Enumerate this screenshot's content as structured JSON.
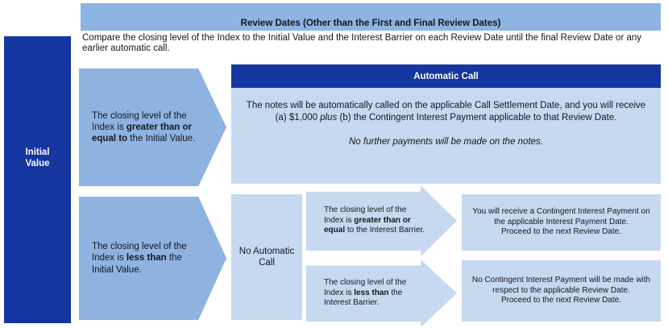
{
  "colors": {
    "dark_blue": "#1535a0",
    "medium_blue": "#8eb3e1",
    "light_blue": "#c6d9f1",
    "header_blue": "#8db4e2",
    "text": "#17171c",
    "white_text": "#ffffff"
  },
  "header": {
    "title": "Review Dates (Other than the First and Final Review Dates)"
  },
  "intro": {
    "text": "Compare the closing level of the Index to the Initial Value and the Interest Barrier on each Review Date until the final Review Date or any earlier automatic call."
  },
  "left_rail": {
    "label": "Initial Value"
  },
  "upper_branch": {
    "condition": {
      "pre": "The closing level of the Index is ",
      "bold": "greater than or equal to",
      "post": " the Initial Value."
    },
    "auto_call": {
      "title": "Automatic Call",
      "body_pre": "The notes will be automatically called on the applicable Call Settlement Date, and you will receive (a) $1,000 ",
      "body_italic": "plus",
      "body_post": " (b) the Contingent Interest Payment applicable to that Review Date.",
      "note": "No further payments will be made on the notes."
    }
  },
  "lower_branch": {
    "condition": {
      "pre": "The closing level of the Index is ",
      "bold": "less than",
      "post": " the Initial Value."
    },
    "no_auto_call": {
      "label": "No Automatic Call"
    },
    "sub_upper": {
      "condition": {
        "pre": "The closing level of the Index is ",
        "bold": "greater than or equal",
        "post": " to the Interest Barrier."
      },
      "outcome_line1": "You will receive a Contingent Interest Payment on the applicable Interest Payment Date.",
      "outcome_line2": "Proceed to the next Review Date."
    },
    "sub_lower": {
      "condition": {
        "pre": "The closing level of the Index is ",
        "bold": "less than",
        "post": " the Interest Barrier."
      },
      "outcome_line1": "No Contingent Interest Payment will be made with respect to the applicable Review Date.",
      "outcome_line2": "Proceed to the next Review Date."
    }
  }
}
